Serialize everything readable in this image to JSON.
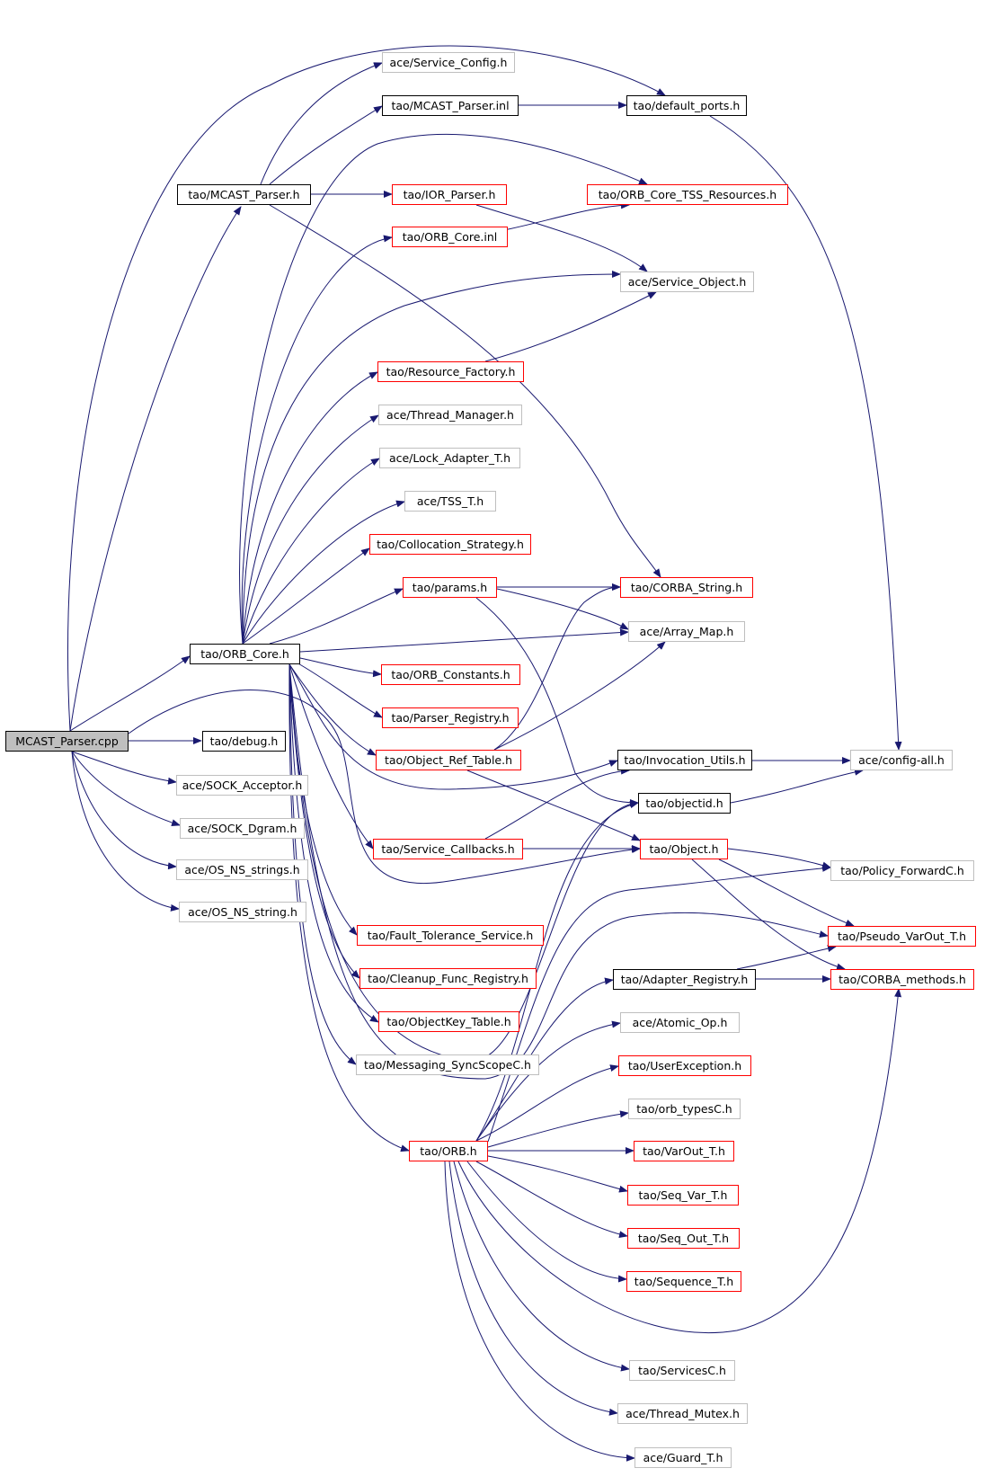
{
  "colors": {
    "edge": "#191970",
    "documented_border": "#000000",
    "missing_border": "#ff0000",
    "external_border": "#bfbfbf",
    "root_fill": "#bfbfbf"
  },
  "nodes": {
    "root": "MCAST_Parser.cpp",
    "service_config": "ace/Service_Config.h",
    "mcast_parser_inl": "tao/MCAST_Parser.inl",
    "default_ports": "tao/default_ports.h",
    "mcast_parser_h": "tao/MCAST_Parser.h",
    "ior_parser": "tao/IOR_Parser.h",
    "orb_core_tss": "tao/ORB_Core_TSS_Resources.h",
    "orb_core_inl": "tao/ORB_Core.inl",
    "service_object": "ace/Service_Object.h",
    "resource_factory": "tao/Resource_Factory.h",
    "thread_manager": "ace/Thread_Manager.h",
    "lock_adapter": "ace/Lock_Adapter_T.h",
    "tss_t": "ace/TSS_T.h",
    "collocation_strategy": "tao/Collocation_Strategy.h",
    "params": "tao/params.h",
    "corba_string": "tao/CORBA_String.h",
    "array_map": "ace/Array_Map.h",
    "orb_core_h": "tao/ORB_Core.h",
    "orb_constants": "tao/ORB_Constants.h",
    "parser_registry": "tao/Parser_Registry.h",
    "debug": "tao/debug.h",
    "object_ref_table": "tao/Object_Ref_Table.h",
    "invocation_utils": "tao/Invocation_Utils.h",
    "config_all": "ace/config-all.h",
    "sock_acceptor": "ace/SOCK_Acceptor.h",
    "objectid": "tao/objectid.h",
    "sock_dgram": "ace/SOCK_Dgram.h",
    "service_callbacks": "tao/Service_Callbacks.h",
    "object_h": "tao/Object.h",
    "os_ns_strings": "ace/OS_NS_strings.h",
    "policy_forwardc": "tao/Policy_ForwardC.h",
    "os_ns_string": "ace/OS_NS_string.h",
    "fault_tolerance": "tao/Fault_Tolerance_Service.h",
    "pseudo_varout": "tao/Pseudo_VarOut_T.h",
    "cleanup_func": "tao/Cleanup_Func_Registry.h",
    "adapter_registry": "tao/Adapter_Registry.h",
    "corba_methods": "tao/CORBA_methods.h",
    "objectkey_table": "tao/ObjectKey_Table.h",
    "atomic_op": "ace/Atomic_Op.h",
    "messaging_syncscope": "tao/Messaging_SyncScopeC.h",
    "user_exception": "tao/UserException.h",
    "orb_typesc": "tao/orb_typesC.h",
    "orb_h": "tao/ORB.h",
    "varout_t": "tao/VarOut_T.h",
    "seq_var_t": "tao/Seq_Var_T.h",
    "seq_out_t": "tao/Seq_Out_T.h",
    "sequence_t": "tao/Sequence_T.h",
    "servicesc": "tao/ServicesC.h",
    "thread_mutex": "ace/Thread_Mutex.h",
    "guard_t": "ace/Guard_T.h"
  }
}
